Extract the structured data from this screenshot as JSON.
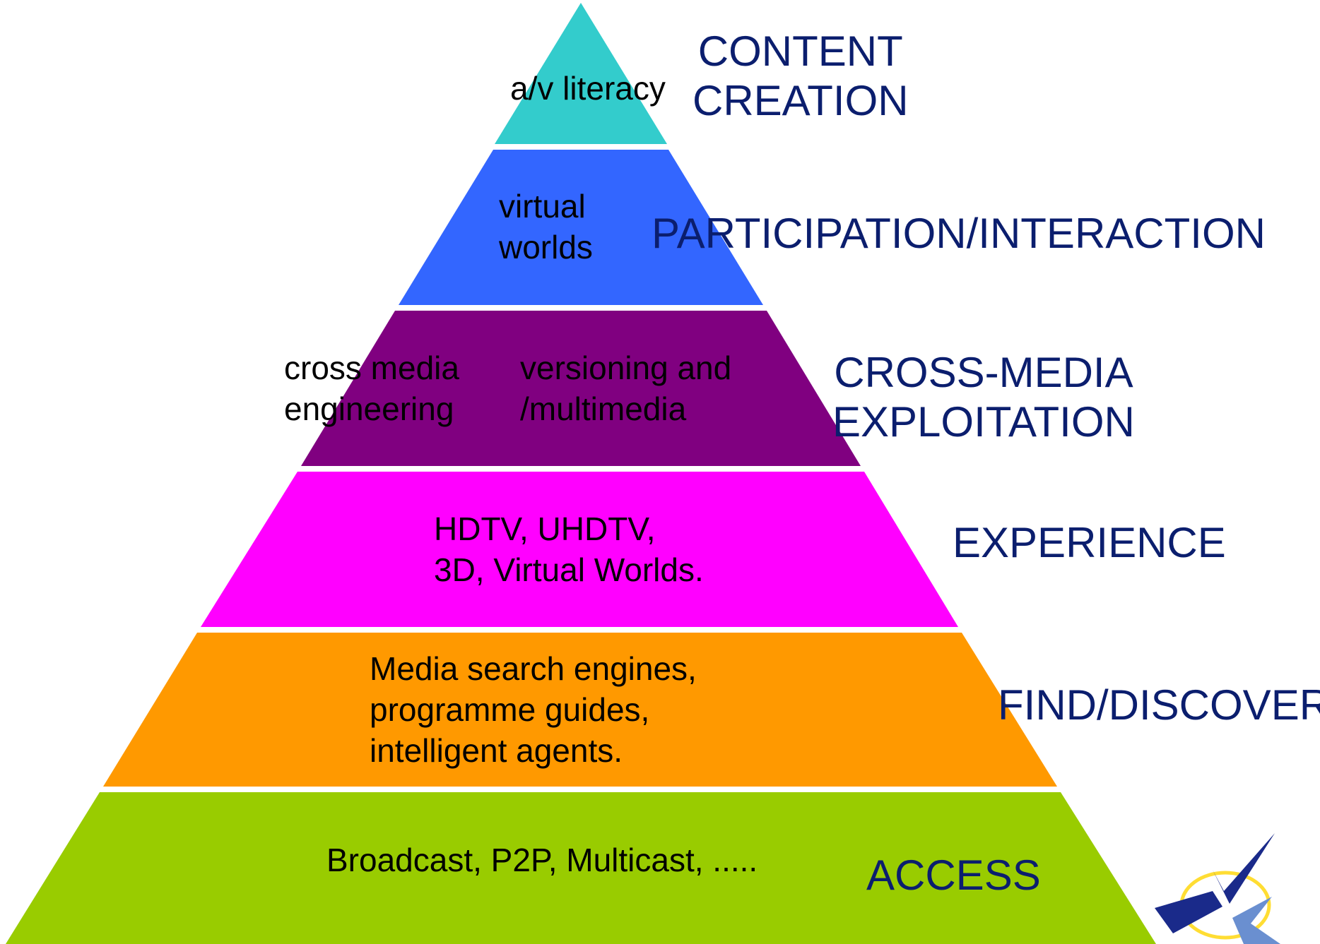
{
  "layers": [
    {
      "name": "content-creation",
      "color": "#33cccc",
      "label_lines": [
        "CONTENT",
        "CREATION"
      ],
      "notes": [
        "a/v literacy"
      ]
    },
    {
      "name": "participation-interaction",
      "color": "#3366ff",
      "label_lines": [
        "PARTICIPATION/INTERACTION"
      ],
      "notes": [
        "virtual",
        "worlds"
      ]
    },
    {
      "name": "cross-media-exploitation",
      "color": "#800080",
      "label_lines": [
        "CROSS-MEDIA",
        "EXPLOITATION"
      ],
      "notes_left": [
        "cross media",
        "engineering"
      ],
      "notes_right": [
        "versioning and",
        "/multimedia"
      ]
    },
    {
      "name": "experience",
      "color": "#ff00ff",
      "label_lines": [
        "EXPERIENCE"
      ],
      "notes": [
        "HDTV, UHDTV,",
        "3D, Virtual Worlds."
      ]
    },
    {
      "name": "find-discover",
      "color": "#ff9900",
      "label_lines": [
        "FIND/DISCOVER"
      ],
      "notes": [
        "Media search engines,",
        "programme guides,",
        "intelligent agents."
      ]
    },
    {
      "name": "access",
      "color": "#99cc00",
      "label_lines": [
        "ACCESS"
      ],
      "notes": [
        "Broadcast, P2P, Multicast, ....."
      ]
    }
  ],
  "logo": {
    "name": "star-check-logo",
    "colors": {
      "ring": "#ffdd33",
      "navy": "#1a2a8a",
      "light": "#6a8fd0"
    }
  }
}
